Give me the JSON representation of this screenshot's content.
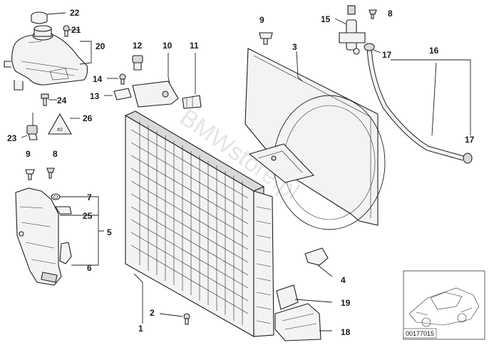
{
  "diagram": {
    "callouts": {
      "c1": "1",
      "c2": "2",
      "c3": "3",
      "c4": "4",
      "c5": "5",
      "c6": "6",
      "c7": "7",
      "c8a": "8",
      "c8b": "8",
      "c9a": "9",
      "c9b": "9",
      "c10": "10",
      "c11": "11",
      "c12": "12",
      "c13": "13",
      "c14": "14",
      "c15": "15",
      "c16": "16",
      "c17a": "17",
      "c17b": "17",
      "c18": "18",
      "c19": "19",
      "c20": "20",
      "c21": "21",
      "c22": "22",
      "c23": "23",
      "c24": "24",
      "c25": "25",
      "c26": "26"
    },
    "warning_label_text": "#2",
    "diagram_code": "00177015",
    "watermark": "BMWstore.pl"
  }
}
